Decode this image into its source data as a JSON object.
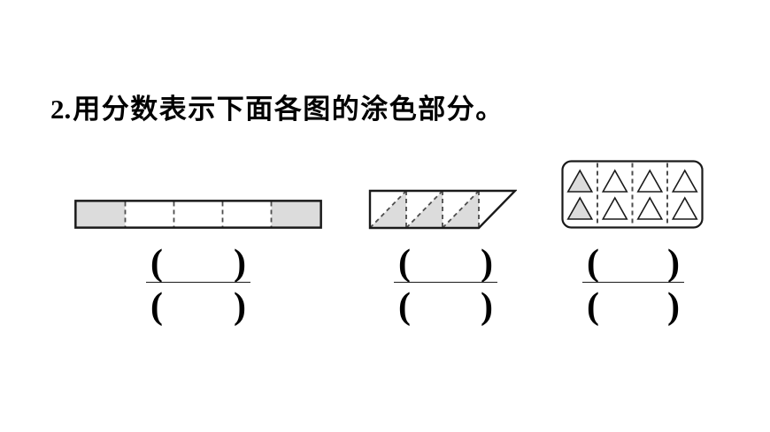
{
  "page": {
    "background": "#ffffff"
  },
  "question": {
    "number": "2.",
    "text": "用分数表示下面各图的涂色部分。"
  },
  "colors": {
    "outline": "#1a1a1a",
    "dash": "#4d4d4d",
    "shade": "#dcdcdc",
    "text": "#000000"
  },
  "figures": [
    {
      "name": "rectangle-strip",
      "description": "long rectangle split into 5 equal parts by dashed vertical lines, parts 1 and 5 shaded",
      "total_parts": 5,
      "shaded_parts": [
        1,
        5
      ],
      "shaded_count": 2
    },
    {
      "name": "trapezoid-triangles",
      "description": "trapezoid split by dashed diagonals and dashed verticals into 7 equal triangles, 3 lower triangles shaded",
      "total_parts": 7,
      "shaded_count": 3,
      "shaded_sections": 3
    },
    {
      "name": "rounded-rect-triangles",
      "description": "rounded rectangle split into 4 dashed columns, each with 2 triangles; both triangles of column 1 shaded",
      "columns": 4,
      "rows": 2,
      "total_triangles": 8,
      "shaded_triangles": 2,
      "shaded_columns": 1
    }
  ],
  "answer_blank": {
    "open_paren": "(",
    "close_paren": ")",
    "numerator_value": "",
    "denominator_value": ""
  }
}
